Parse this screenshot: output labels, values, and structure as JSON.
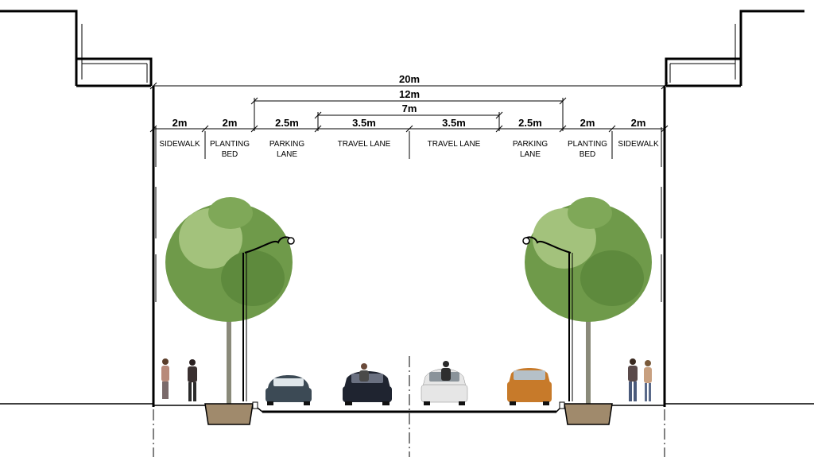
{
  "dimensions": {
    "total": "20m",
    "curb_to_curb": "12m",
    "travel_way": "7m"
  },
  "zones": [
    {
      "width": "2m",
      "label_lines": [
        "SIDEWALK"
      ]
    },
    {
      "width": "2m",
      "label_lines": [
        "PLANTING",
        "BED"
      ]
    },
    {
      "width": "2.5m",
      "label_lines": [
        "PARKING",
        "LANE"
      ]
    },
    {
      "width": "3.5m",
      "label_lines": [
        "TRAVEL LANE"
      ]
    },
    {
      "width": "3.5m",
      "label_lines": [
        "TRAVEL LANE"
      ]
    },
    {
      "width": "2.5m",
      "label_lines": [
        "PARKING",
        "LANE"
      ]
    },
    {
      "width": "2m",
      "label_lines": [
        "PLANTING",
        "BED"
      ]
    },
    {
      "width": "2m",
      "label_lines": [
        "SIDEWALK"
      ]
    }
  ],
  "colors": {
    "line": "#000000",
    "tree_foliage": "#6f9a4a",
    "tree_foliage_light": "#a3c27c",
    "planter_soil": "#a08a6c",
    "car_left_parked": "#3c4a55",
    "car_left_travel": "#1f2430",
    "car_right_travel": "#e6e6e6",
    "car_right_parked": "#c77a2a"
  }
}
